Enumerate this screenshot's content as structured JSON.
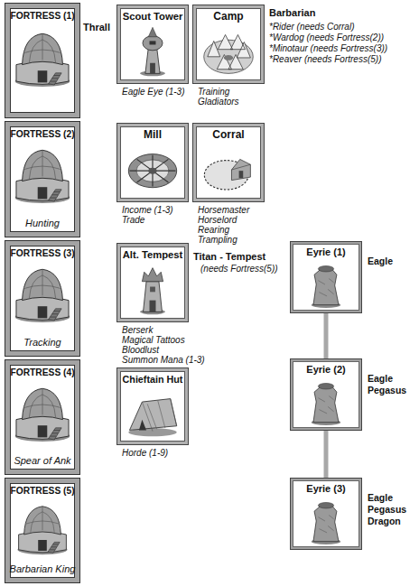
{
  "diagram": {
    "nodes": [
      {
        "text": [
          "FORTRESS (1)"
        ]
      },
      {
        "text": [
          "Scout Tower",
          "Eagle Eye (1-3)"
        ]
      },
      {
        "text": [
          "Camp",
          "Training",
          "Gladiators"
        ]
      },
      {
        "text": [
          "FORTRESS (2)",
          "Hunting"
        ]
      },
      {
        "text": [
          "Mill",
          "Income (1-3)",
          "Trade"
        ]
      },
      {
        "text": [
          "Corral",
          "Horsemaster",
          "Horselord",
          "Rearing",
          "Trampling"
        ]
      },
      {
        "text": [
          "FORTRESS (3)",
          "Tracking"
        ]
      },
      {
        "text": [
          "Alt. Tempest",
          "Berserk",
          "Magical Tattoos",
          "Bloodlust",
          "Summon Mana (1-3)"
        ]
      },
      {
        "text": [
          "Eyrie (1)",
          "Eagle"
        ]
      },
      {
        "text": [
          "FORTRESS (4)",
          "Spear of Ank"
        ]
      },
      {
        "text": [
          "Chieftain Hut",
          "Horde (1-9)"
        ]
      },
      {
        "text": [
          "Eyrie (2)",
          "Eagle",
          "Pegasus"
        ]
      },
      {
        "text": [
          "FORTRESS (5)",
          "Barbarian King"
        ]
      },
      {
        "text": [
          "Eyrie (3)",
          "Eagle",
          "Pegasus",
          "Dragon"
        ]
      }
    ],
    "edges": [
      {
        "from": 8,
        "to": 11,
        "arrow": "none"
      },
      {
        "from": 11,
        "to": 13,
        "arrow": "none"
      }
    ],
    "labels": [
      "Thrall",
      "Barbarian",
      "*Rider (needs Corral)",
      "*Wardog (needs Fortress(2))",
      "*Minotaur (needs Fortress(3))",
      "*Reaver (needs Fortress(5))",
      "Titan - Tempest",
      "(needs Fortress(5))"
    ]
  }
}
